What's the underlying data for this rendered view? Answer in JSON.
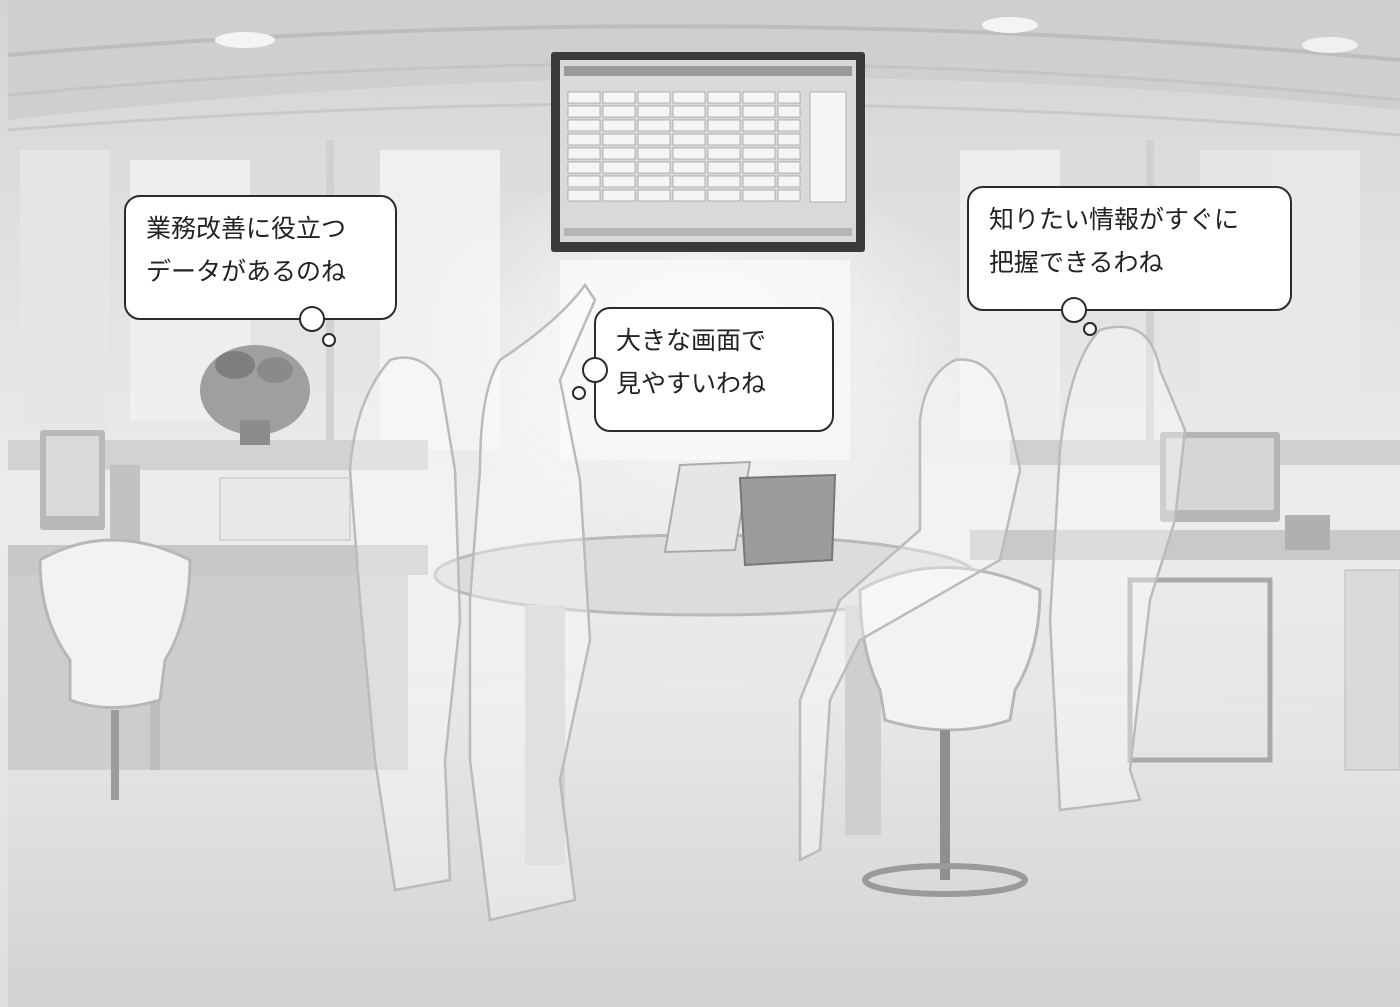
{
  "speech_bubbles": [
    {
      "lines": [
        "業務改善に役立つ",
        "データがあるのね"
      ]
    },
    {
      "lines": [
        "大きな画面で",
        "見やすいわね"
      ]
    },
    {
      "lines": [
        "知りたい情報がすぐに",
        "把握できるわね"
      ]
    }
  ],
  "colors": {
    "ink": "#2b2b2b",
    "bubble_fill": "#ffffff",
    "scene_gray": "#d7d7d7"
  }
}
